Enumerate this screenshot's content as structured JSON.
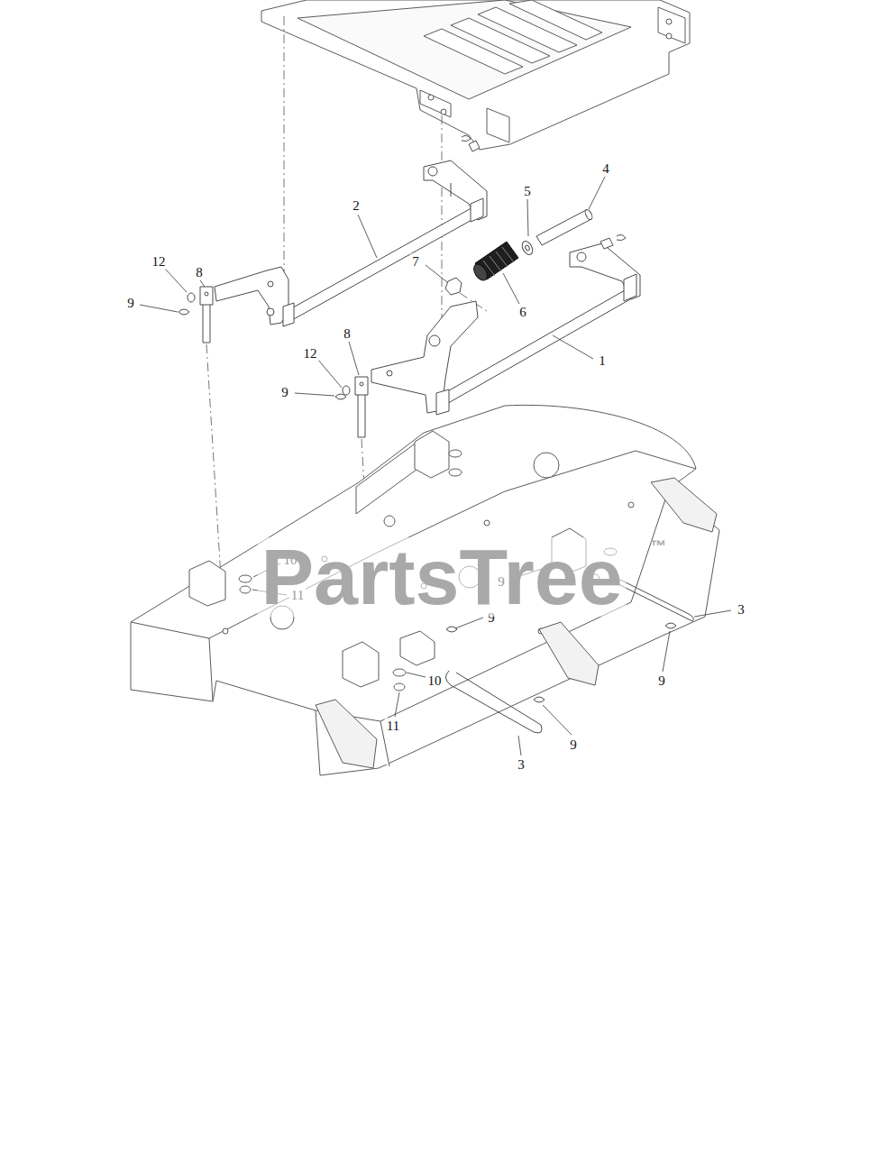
{
  "diagram": {
    "labels": [
      "4",
      "5",
      "2",
      "8",
      "12",
      "7",
      "9",
      "6",
      "8",
      "12",
      "1",
      "9",
      "10",
      "11",
      "9",
      "3",
      "9",
      "10",
      "11",
      "9",
      "9",
      "3",
      "PartsTree",
      "™"
    ]
  }
}
